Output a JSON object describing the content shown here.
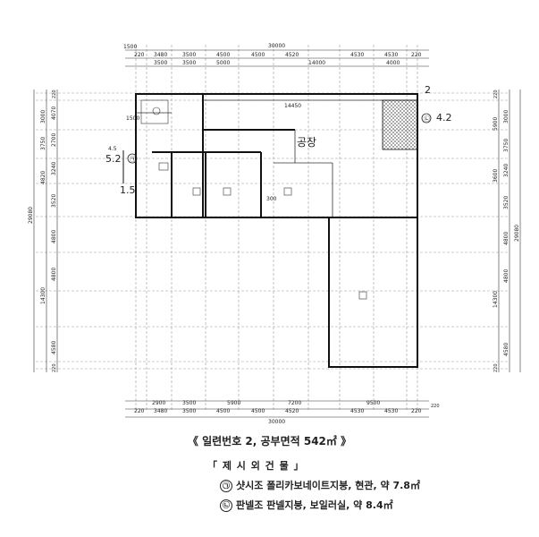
{
  "plan": {
    "factory_label": "공장",
    "top_total": "30000",
    "top_offset": "1500",
    "top_row_a": [
      "220",
      "3480",
      "3500",
      "4500",
      "4500",
      "4520",
      "4530",
      "4530",
      "220"
    ],
    "top_row_b": [
      "3500",
      "3500",
      "5000",
      "14000",
      "4000"
    ],
    "bottom_row_a": [
      "2900",
      "3500",
      "5900",
      "7200",
      "9500"
    ],
    "bottom_row_b": [
      "220",
      "3480",
      "3500",
      "4500",
      "4500",
      "4520",
      "4530",
      "4530",
      "220"
    ],
    "bottom_total": "30000",
    "left_total": "29080",
    "left_row_a": [
      "3000",
      "3750",
      "3240",
      "3520",
      "4800",
      "4800",
      "4580"
    ],
    "left_row_b": [
      "4070",
      "2700",
      "4820",
      "14300"
    ],
    "left_small": [
      "220",
      "220"
    ],
    "right_total": "29080",
    "right_row_a": [
      "3000",
      "3750",
      "3240",
      "3520",
      "4800",
      "4800",
      "4580"
    ],
    "right_row_b": [
      "5900",
      "3600",
      "14300"
    ],
    "right_small": [
      "220",
      "220"
    ],
    "dim_14450": "14450",
    "dim_1500": "1500",
    "dim_300": "300",
    "dim_2": "2",
    "annex_a_marker": "㉠",
    "annex_a_w": "5.2",
    "annex_a_h": "1.5",
    "annex_b_marker": "㉡",
    "annex_b_w": "4.2",
    "dim_small_x": "4.5",
    "dim_bottom_right": "220"
  },
  "caption": {
    "title": "《 일련번호 2, 공부면적 542㎡ 》",
    "subtitle": "「 제 시 외 건 물 」",
    "items": [
      {
        "marker": "㉠",
        "text": "샷시조 폴리카보네이트지붕, 현관, 약 7.8㎡"
      },
      {
        "marker": "㉡",
        "text": "판넬조 판넬지붕, 보일러실, 약 8.4㎡"
      }
    ]
  }
}
